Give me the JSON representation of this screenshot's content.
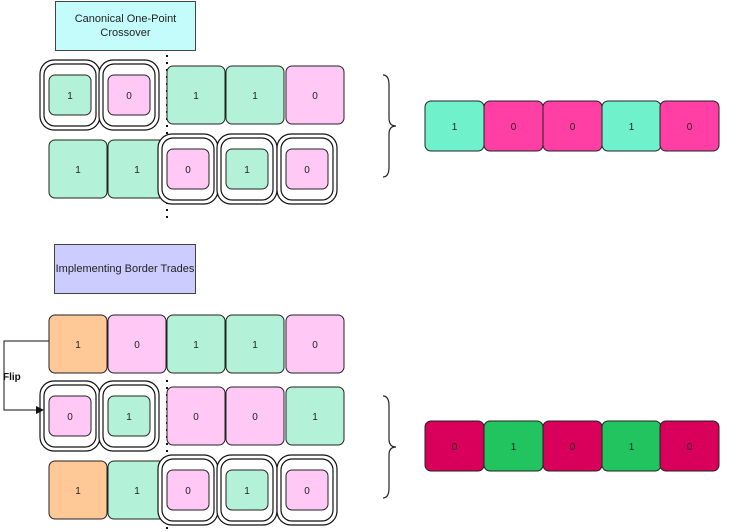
{
  "section1": {
    "title_line1": "Canonical One-Point",
    "title_line2": "Crossover",
    "parent1_bits": [
      "1",
      "0",
      "1",
      "1",
      "0"
    ],
    "parent2_bits": [
      "1",
      "1",
      "0",
      "1",
      "0"
    ],
    "child_bits": [
      "1",
      "0",
      "0",
      "1",
      "0"
    ]
  },
  "section2": {
    "title": "Implementing Border Trades",
    "flip_label": "Flip",
    "row1_bits": [
      "1",
      "0",
      "1",
      "1",
      "0"
    ],
    "row2_bits": [
      "0",
      "1",
      "0",
      "0",
      "1"
    ],
    "row3_bits": [
      "1",
      "1",
      "0",
      "1",
      "0"
    ],
    "child_bits": [
      "0",
      "1",
      "0",
      "1",
      "0"
    ]
  },
  "colors": {
    "mint": "#b3f2d9",
    "pink": "#ffc8f5",
    "orange": "#ffc896",
    "cyan_title": "#c4fcfc",
    "purple_title": "#ccccff",
    "child1_mint": "#6ff2cc",
    "child1_magenta": "#ff3fa4",
    "child2_green": "#22c45f",
    "child2_crimson": "#d8005a"
  }
}
